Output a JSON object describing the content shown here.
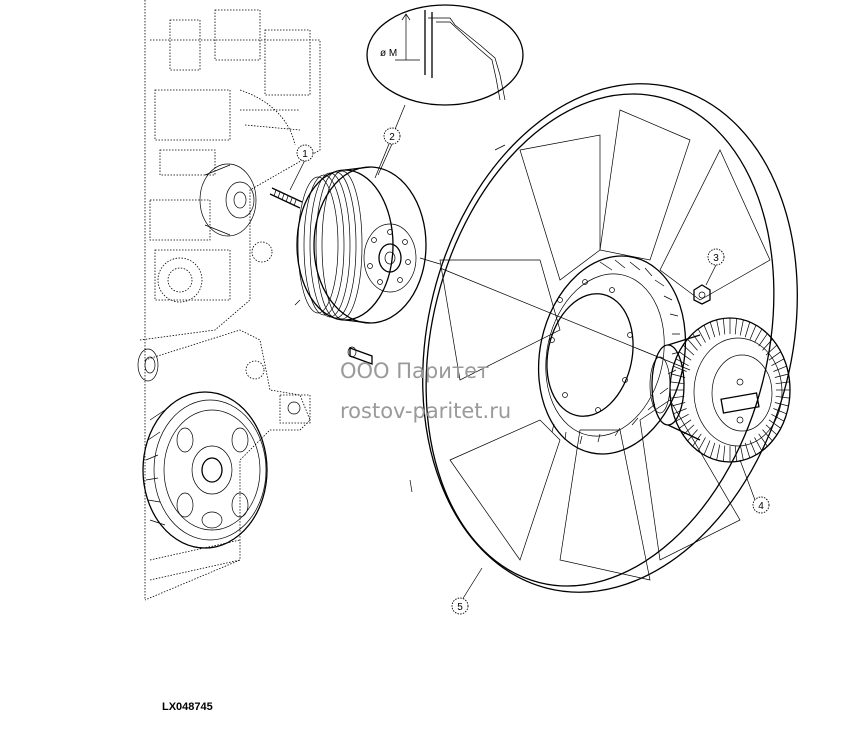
{
  "detail_label": "ø M",
  "callouts": [
    "1",
    "2",
    "3",
    "4",
    "5"
  ],
  "watermark": [
    "ООО Паритет",
    "rostov-paritet.ru"
  ],
  "figure_code": "LX048745"
}
